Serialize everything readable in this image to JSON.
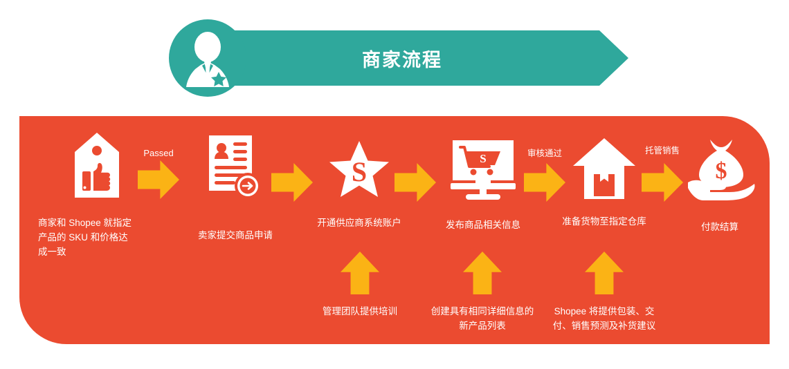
{
  "header": {
    "title": "商家流程",
    "avatar_icon": "businessperson-star-icon",
    "banner_color": "#2FA89C"
  },
  "panel": {
    "background_color": "#EB4B30",
    "arrow_color": "#FBB315",
    "text_color": "#FFFFFF"
  },
  "steps": [
    {
      "index": 1,
      "icon": "price-tag-thumbs-up-icon",
      "label": "商家和 Shopee 就指定\n产品的 SKU 和价格达\n成一致"
    },
    {
      "index": 2,
      "icon": "application-form-submit-icon",
      "label": "卖家提交商品申请"
    },
    {
      "index": 3,
      "icon": "shopee-star-s-icon",
      "label": "开通供应商系统账户"
    },
    {
      "index": 4,
      "icon": "monitor-shopping-cart-icon",
      "label": "发布商品相关信息"
    },
    {
      "index": 5,
      "icon": "warehouse-box-icon",
      "label": "准备货物至指定仓库"
    },
    {
      "index": 6,
      "icon": "hand-money-bag-icon",
      "label": "付款结算"
    }
  ],
  "connector_arrows": [
    {
      "index": 1,
      "icon": "arrow-right-icon",
      "label": "Passed"
    },
    {
      "index": 2,
      "icon": "arrow-right-icon",
      "label": ""
    },
    {
      "index": 3,
      "icon": "arrow-right-icon",
      "label": ""
    },
    {
      "index": 4,
      "icon": "arrow-right-icon",
      "label": "审核通过"
    },
    {
      "index": 5,
      "icon": "arrow-right-icon",
      "label": "托管销售"
    }
  ],
  "support_arrows": [
    {
      "index": 1,
      "icon": "arrow-up-icon",
      "label": "管理团队提供培训"
    },
    {
      "index": 2,
      "icon": "arrow-up-icon",
      "label": "创建具有相同详细信息的\n新产品列表"
    },
    {
      "index": 3,
      "icon": "arrow-up-icon",
      "label": "Shopee 将提供包装、交\n付、销售预测及补货建议"
    }
  ]
}
